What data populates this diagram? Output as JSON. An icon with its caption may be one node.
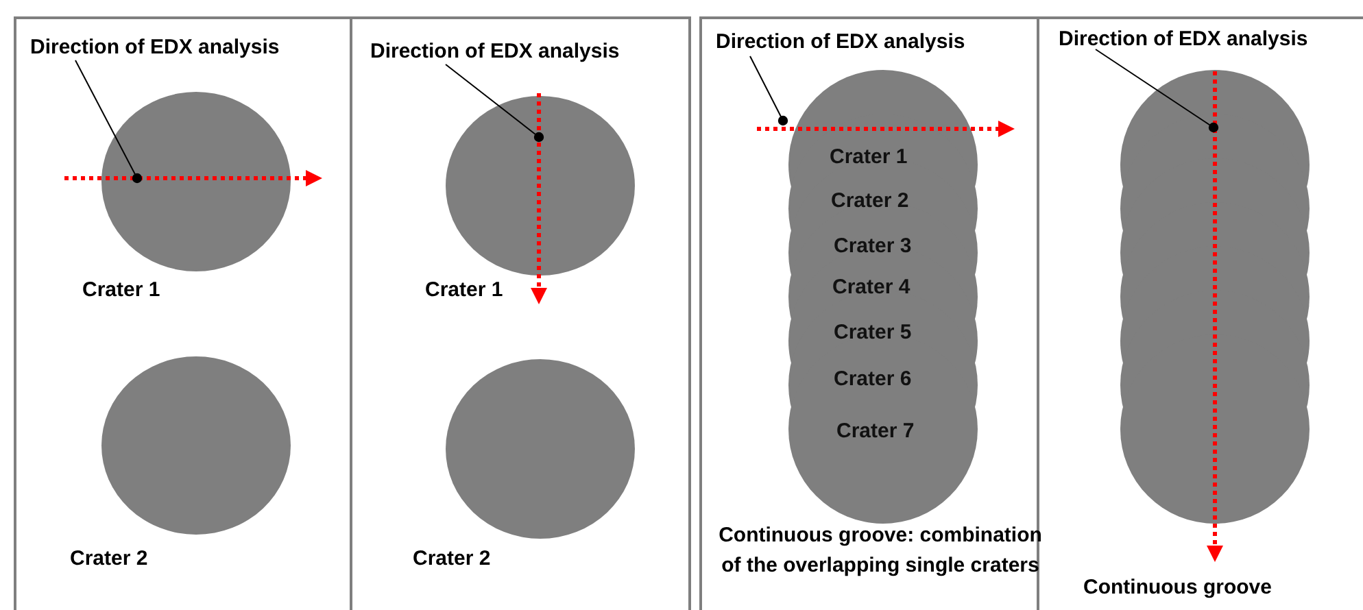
{
  "diagram": {
    "nodes": [
      {
        "text": [],
        "shape": "box"
      },
      {
        "text": [
          "Direction of EDX analysis"
        ],
        "in": 0
      },
      {
        "text": [],
        "shape": "circle",
        "in": 0,
        "beside": [
          "Crater 1"
        ]
      },
      {
        "text": [],
        "shape": "circle",
        "in": 0,
        "beside": [
          "Crater 2"
        ]
      },
      {
        "text": [],
        "shape": "box"
      },
      {
        "text": [
          "Direction of EDX analysis"
        ],
        "in": 4
      },
      {
        "text": [],
        "shape": "circle",
        "in": 4,
        "beside": [
          "Crater 1"
        ]
      },
      {
        "text": [],
        "shape": "circle",
        "in": 4,
        "beside": [
          "Crater 2"
        ]
      },
      {
        "text": [],
        "shape": "box"
      },
      {
        "text": [
          "Direction of EDX analysis"
        ],
        "in": 8
      },
      {
        "text": [
          "Crater 1",
          "Crater 2",
          "Crater 3",
          "Crater 4",
          "Crater 5",
          "Crater 6",
          "Crater 7"
        ],
        "in": 8,
        "beside": [
          "Continuous groove: combination of the overlapping single craters"
        ]
      },
      {
        "text": [],
        "shape": "box"
      },
      {
        "text": [
          "Direction of EDX analysis"
        ],
        "in": 11
      },
      {
        "text": [],
        "shape": "capsule",
        "in": 11,
        "beside": [
          "Continuous groove"
        ]
      }
    ],
    "edges": [
      {
        "from": 1,
        "to": 2,
        "arrow": "other"
      },
      {
        "from": 5,
        "to": 6,
        "arrow": "other"
      },
      {
        "from": 9,
        "to": 10,
        "arrow": "other"
      },
      {
        "from": 12,
        "to": 13,
        "arrow": "other"
      }
    ]
  }
}
